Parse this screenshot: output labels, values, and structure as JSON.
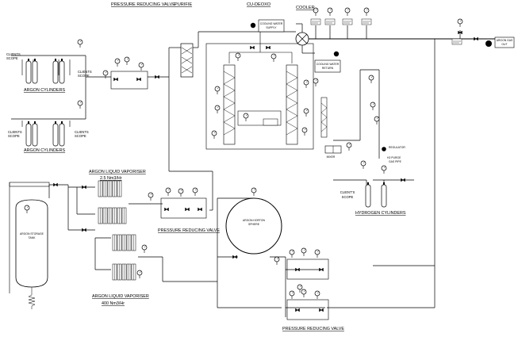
{
  "headers": {
    "pressure_reducing_valve": "PRESSURE REDUCING VALVE",
    "purifier": "PURIFIE",
    "cu_deoxo": "CU-DEOXO",
    "cooler": "COOLER"
  },
  "labels": {
    "argon_cylinders_1": "ARGON CYLINDERS",
    "argon_cylinders_2": "ARGON CYLINDERS",
    "clients_scope": "CLIENTS",
    "scope": "SCOPE",
    "argon_liquid_vaporiser_1": "ARGON LIQUID VAPORISER",
    "vaporiser_rate_1": "2.5 Nm3/Hr",
    "argon_liquid_vaporiser_2": "ARGON LIQUID VAPORISER",
    "vaporiser_rate_2": "400 Nm3/Hr",
    "argon_storage_tank_1": "ARGON STORAGE",
    "argon_storage_tank_2": "TANK",
    "pressure_reducing_valve_mid": "PRESSURE REDUCING VALVE",
    "pressure_reducing_valve_bottom": "PRESSURE REDUCING VALVE",
    "argon_horton_1": "ARGON HORTON",
    "argon_horton_2": "SPHERE",
    "cooling_water_supply_1": "COOLING WATER",
    "cooling_water_supply_2": "SUPPLY",
    "cooling_water_return_1": "COOLING WATER",
    "cooling_water_return_2": "RETURN",
    "argon_gas_out_1": "ARGON GAS",
    "argon_gas_out_2": "OUT",
    "mixer": "MIXER",
    "regulator": "REGULATOR",
    "h2_purge_1": "H2 PURGE",
    "h2_purge_2": "GAS PIPE",
    "hydrogen_cylinders": "HYDROGEN CYLINDERS",
    "clients_scope_h2_1": "CLIENT'S",
    "clients_scope_h2_2": "SCOPE"
  }
}
